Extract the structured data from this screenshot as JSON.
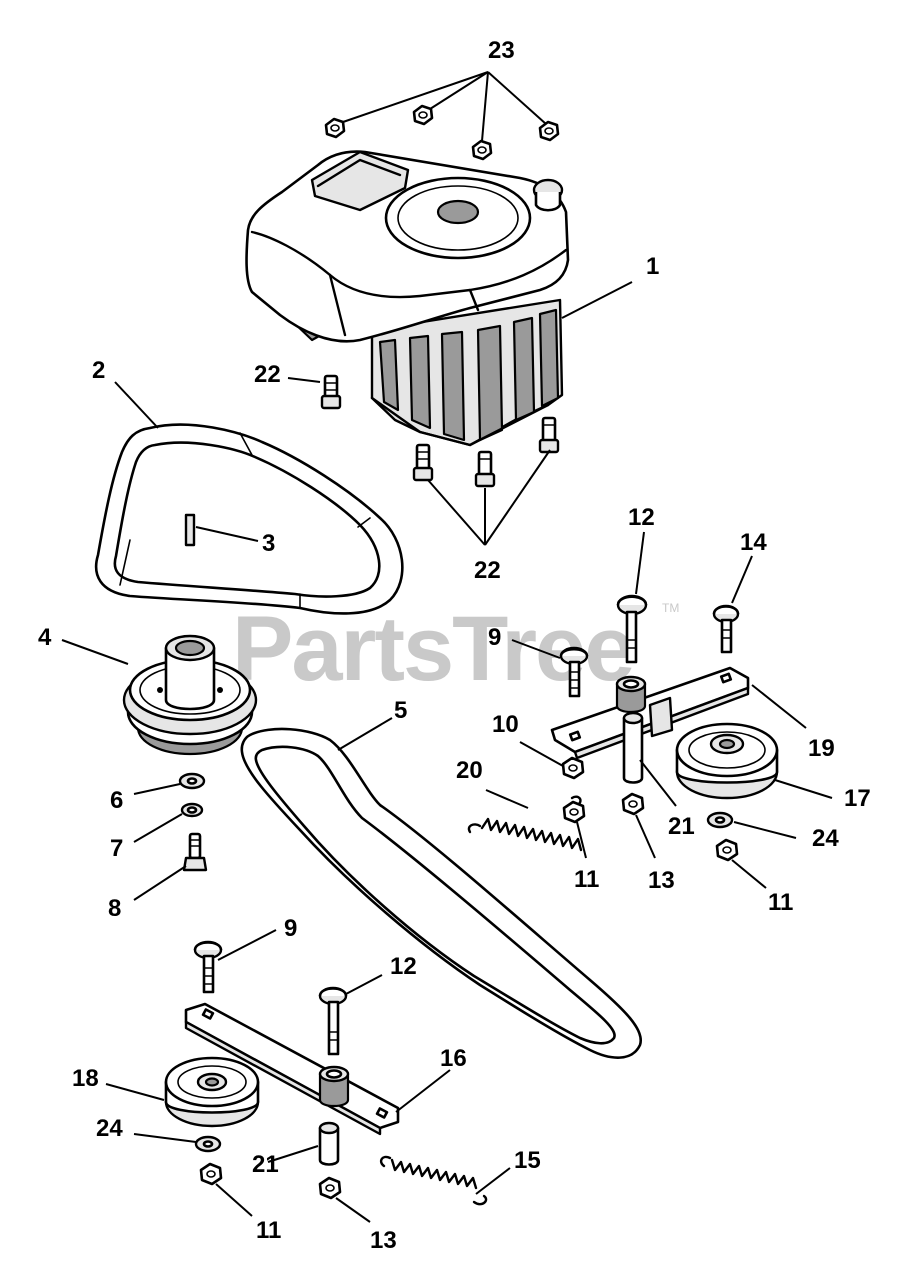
{
  "watermark": {
    "brand": "PartsTree",
    "trademark": "TM"
  },
  "labels": {
    "l1": "1",
    "l2": "2",
    "l3": "3",
    "l4": "4",
    "l5": "5",
    "l6": "6",
    "l7": "7",
    "l8": "8",
    "l9a": "9",
    "l9b": "9",
    "l10": "10",
    "l11a": "11",
    "l11b": "11",
    "l11c": "11",
    "l12a": "12",
    "l12b": "12",
    "l13a": "13",
    "l13b": "13",
    "l14": "14",
    "l15": "15",
    "l16": "16",
    "l17": "17",
    "l18": "18",
    "l19": "19",
    "l20": "20",
    "l21a": "21",
    "l21b": "21",
    "l22a": "22",
    "l22b": "22",
    "l23": "23",
    "l24a": "24",
    "l24b": "24"
  }
}
